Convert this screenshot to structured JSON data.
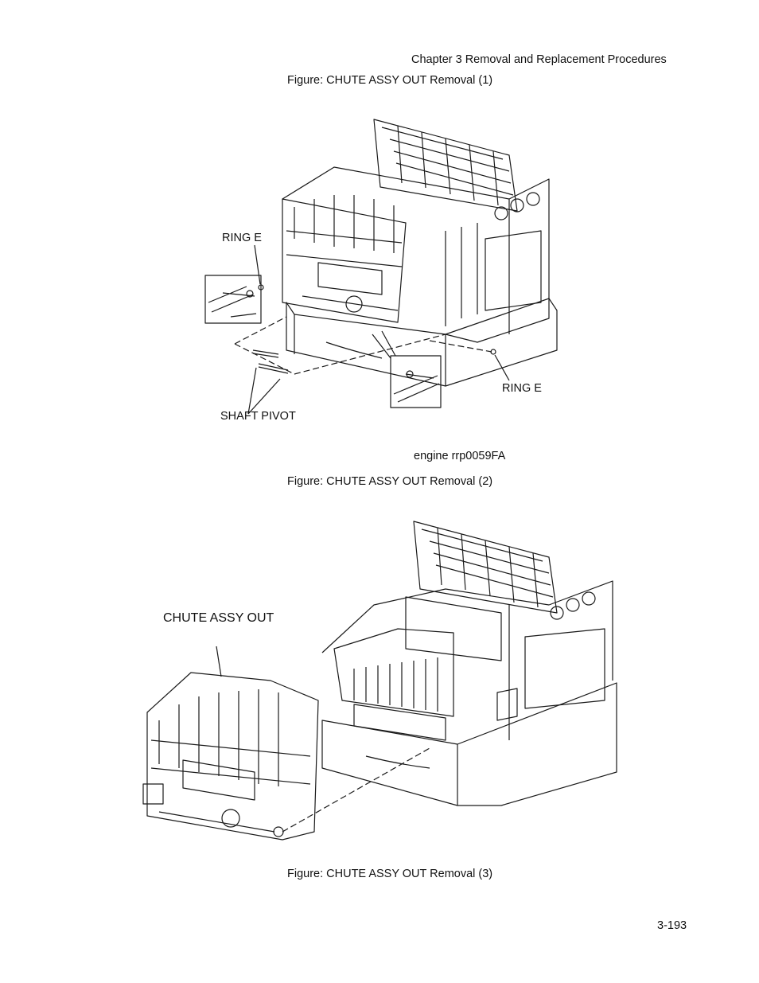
{
  "header": {
    "chapter": "Chapter 3  Removal and Replacement Procedures"
  },
  "figure1": {
    "caption": "Figure: CHUTE ASSY OUT Removal (1)",
    "labels": {
      "ring_e_left": "RING E",
      "ring_e_right": "RING E",
      "shaft_pivot": "SHAFT PIVOT"
    },
    "code": "engine rrp0059FA"
  },
  "figure2": {
    "caption": "Figure: CHUTE ASSY OUT Removal (2)",
    "labels": {
      "chute": "CHUTE ASSY OUT"
    }
  },
  "figure3": {
    "caption": "Figure: CHUTE ASSY OUT Removal (3)"
  },
  "footer": {
    "page_number": "3-193"
  }
}
